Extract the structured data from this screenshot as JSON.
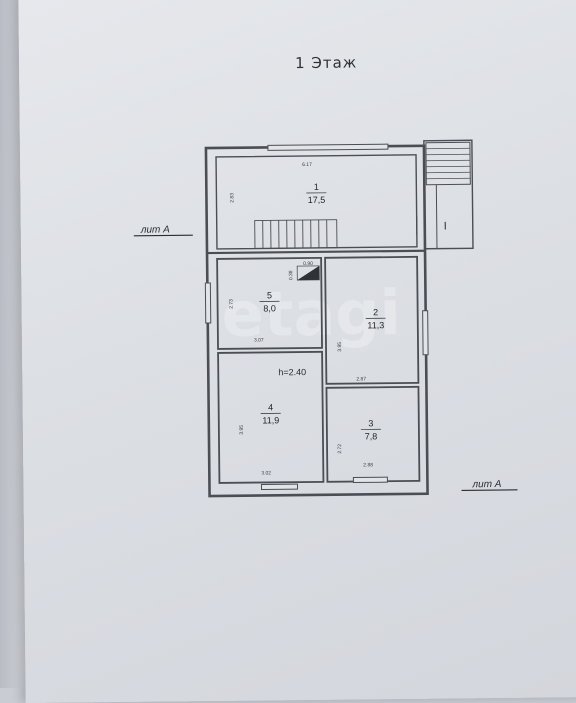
{
  "header": {
    "title": "1 Этаж"
  },
  "watermark": "etagi",
  "plan": {
    "outer_top_width": "6.17",
    "hall_height": "2.83",
    "lit_left": "лит А",
    "lit_bottom": "лит А",
    "porch_label": "I",
    "ceiling_height": "h=2.40",
    "stair_dim_w": "0.90",
    "stair_dim_h": "0.38",
    "rooms": [
      {
        "num": "1",
        "area": "17,5"
      },
      {
        "num": "2",
        "area": "11,3"
      },
      {
        "num": "3",
        "area": "7,8"
      },
      {
        "num": "4",
        "area": "11,9"
      },
      {
        "num": "5",
        "area": "8,0"
      }
    ],
    "dims": {
      "r5_height": "2.73",
      "r5_width": "3.07",
      "r2_height": "3.95",
      "r2_width": "2.87",
      "r4_height": "3.95",
      "r4_width": "3.02",
      "r3_height": "2.72",
      "r3_width": "2.88"
    }
  }
}
